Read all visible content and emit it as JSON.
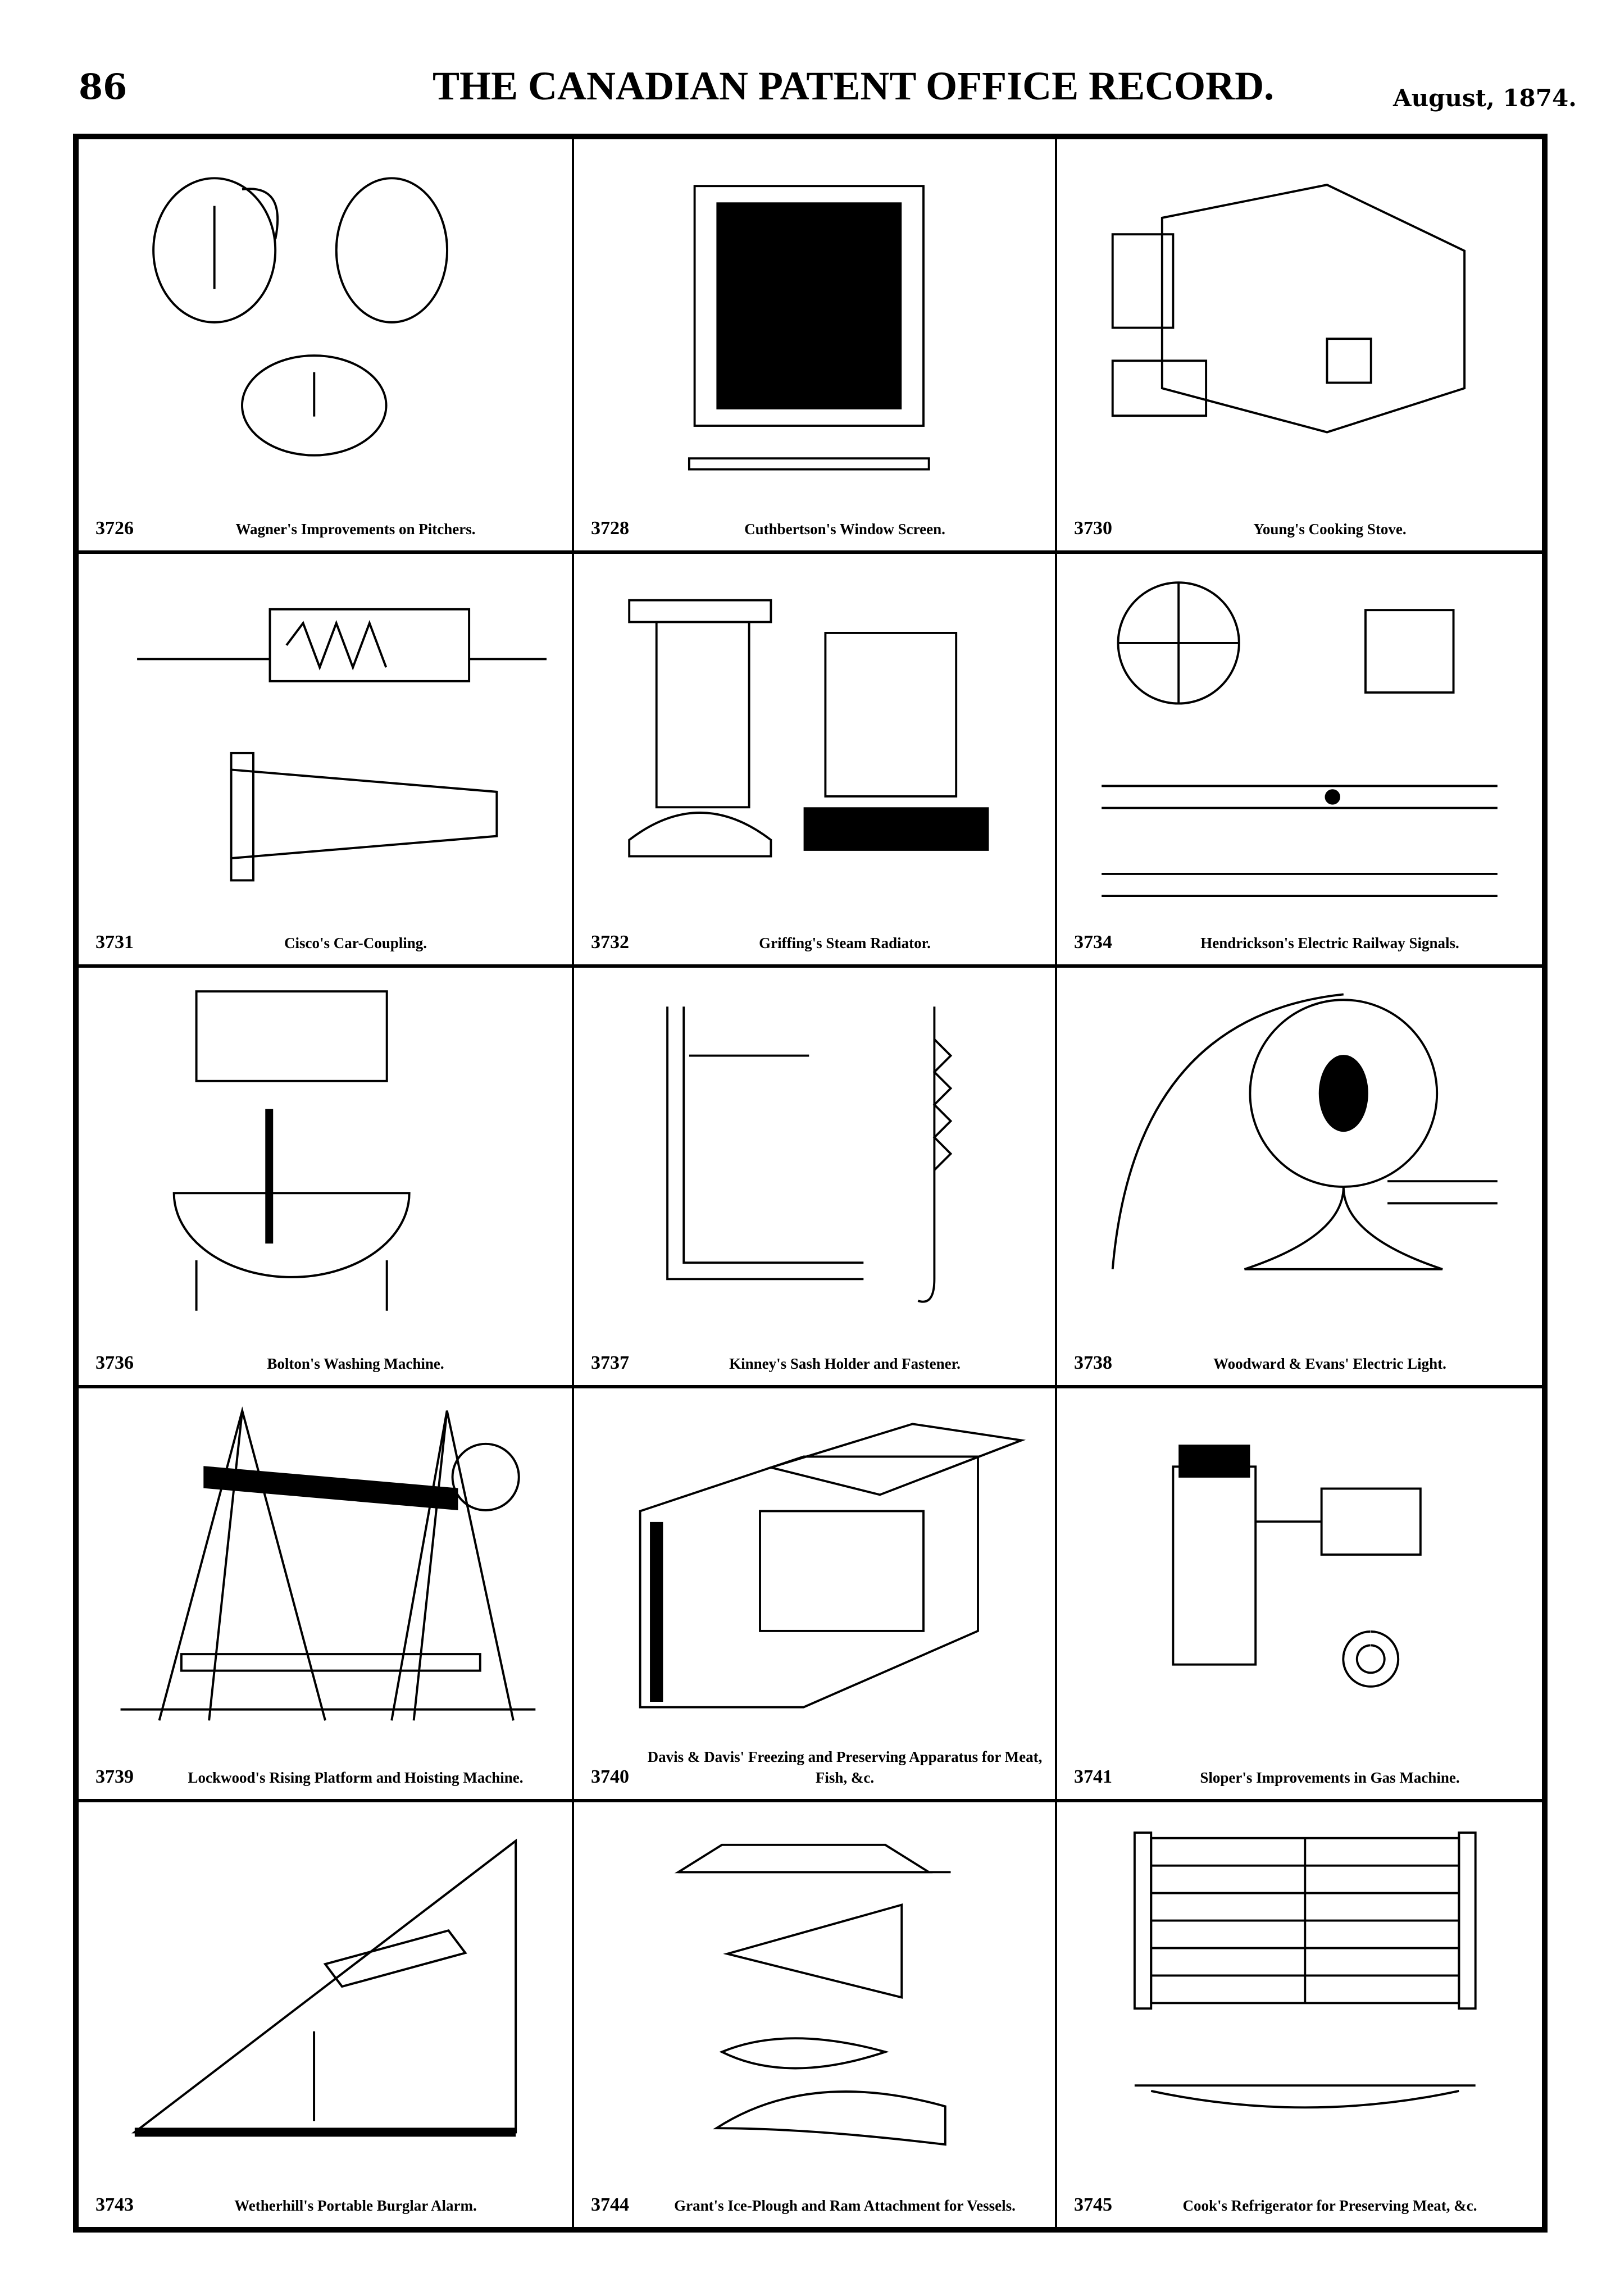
{
  "header": {
    "page_number": "86",
    "title": "THE CANADIAN PATENT OFFICE RECORD.",
    "date": "August, 1874."
  },
  "patents": [
    {
      "number": "3726",
      "caption": "Wagner's Improvements on Pitchers.",
      "figure": "pitcher"
    },
    {
      "number": "3728",
      "caption": "Cuthbertson's Window Screen.",
      "figure": "screen"
    },
    {
      "number": "3730",
      "caption": "Young's Cooking Stove.",
      "figure": "stove"
    },
    {
      "number": "3731",
      "caption": "Cisco's Car-Coupling.",
      "figure": "coupling"
    },
    {
      "number": "3732",
      "caption": "Griffing's Steam Radiator.",
      "figure": "radiator"
    },
    {
      "number": "3734",
      "caption": "Hendrickson's Electric Railway Signals.",
      "figure": "signals"
    },
    {
      "number": "3736",
      "caption": "Bolton's Washing Machine.",
      "figure": "washer"
    },
    {
      "number": "3737",
      "caption": "Kinney's Sash Holder and Fastener.",
      "figure": "sash"
    },
    {
      "number": "3738",
      "caption": "Woodward & Evans' Electric Light.",
      "figure": "light"
    },
    {
      "number": "3739",
      "caption": "Lockwood's Rising Platform and Hoisting Machine.",
      "figure": "platform"
    },
    {
      "number": "3740",
      "caption": "Davis & Davis' Freezing and Preserving Apparatus for Meat, Fish, &c.",
      "figure": "freezer"
    },
    {
      "number": "3741",
      "caption": "Sloper's Improvements in Gas Machine.",
      "figure": "gas"
    },
    {
      "number": "3743",
      "caption": "Wetherhill's Portable Burglar Alarm.",
      "figure": "alarm"
    },
    {
      "number": "3744",
      "caption": "Grant's Ice-Plough and Ram Attachment for Vessels.",
      "figure": "plough"
    },
    {
      "number": "3745",
      "caption": "Cook's Refrigerator for Preserving Meat, &c.",
      "figure": "refrigerator"
    }
  ]
}
